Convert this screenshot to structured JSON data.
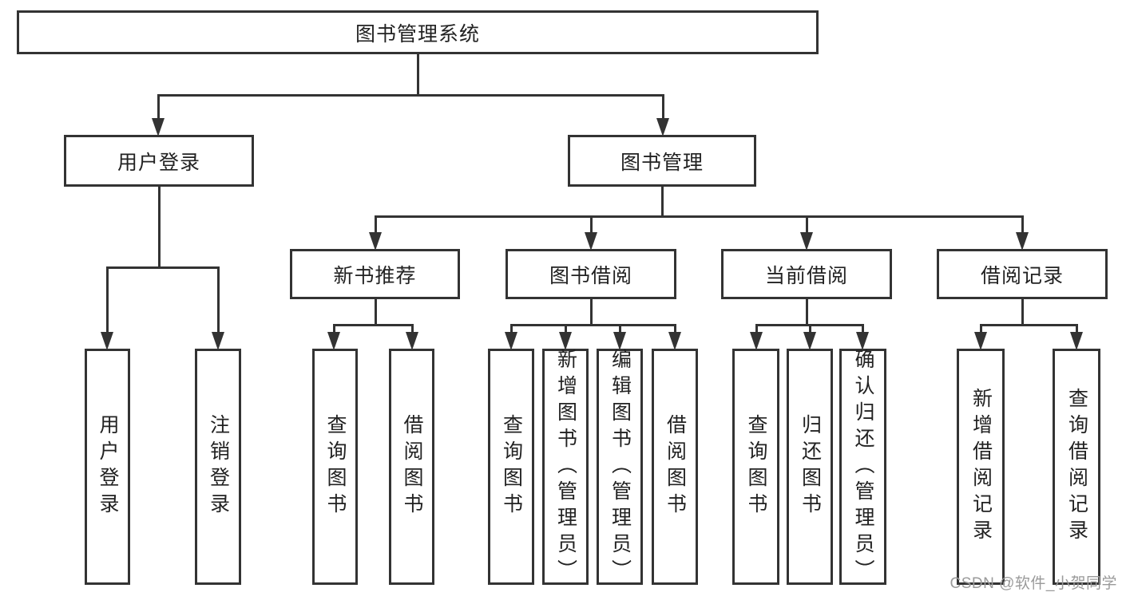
{
  "diagram": {
    "type": "hierarchy-tree",
    "colors": {
      "line": "#333333",
      "box_border": "#333333",
      "box_fill": "#ffffff",
      "text": "#222222",
      "watermark": "#9a9a9a",
      "background": "#ffffff"
    },
    "nodes": {
      "root": "图书管理系统",
      "level2": [
        "用户登录",
        "图书管理"
      ],
      "level3": [
        "新书推荐",
        "图书借阅",
        "当前借阅",
        "借阅记录"
      ],
      "leaves_user_login": [
        "用户登录",
        "注销登录"
      ],
      "leaves_new_book": [
        "查询图书",
        "借阅图书"
      ],
      "leaves_book_borrow": [
        "查询图书",
        "新增图书（管理员）",
        "编辑图书（管理员）",
        "借阅图书"
      ],
      "leaves_current_borrow": [
        "查询图书",
        "归还图书",
        "确认归还（管理员）"
      ],
      "leaves_borrow_record": [
        "新增借阅记录",
        "查询借阅记录"
      ]
    },
    "hierarchy": {
      "图书管理系统": {
        "用户登录": [
          "用户登录",
          "注销登录"
        ],
        "图书管理": {
          "新书推荐": [
            "查询图书",
            "借阅图书"
          ],
          "图书借阅": [
            "查询图书",
            "新增图书（管理员）",
            "编辑图书（管理员）",
            "借阅图书"
          ],
          "当前借阅": [
            "查询图书",
            "归还图书",
            "确认归还（管理员）"
          ],
          "借阅记录": [
            "新增借阅记录",
            "查询借阅记录"
          ]
        }
      }
    }
  },
  "watermark": "CSDN @软件_小贺同学"
}
